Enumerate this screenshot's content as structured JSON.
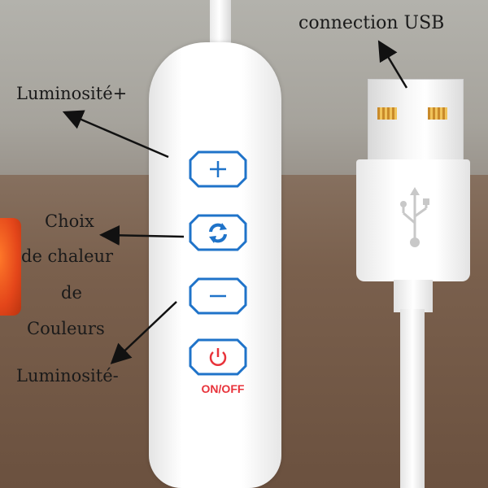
{
  "labels": {
    "usb": "connection USB",
    "brightness_up": "Luminosité+",
    "color_line1": "Choix",
    "color_line2": "de chaleur",
    "color_line3": "de",
    "color_line4": "Couleurs",
    "brightness_down": "Luminosité-"
  },
  "remote": {
    "power_label": "ON/OFF",
    "button_color": "#1f73c9",
    "power_color": "#e8323a"
  },
  "icons": [
    "plus-icon",
    "cycle-icon",
    "minus-icon",
    "power-icon",
    "usb-symbol-icon"
  ]
}
